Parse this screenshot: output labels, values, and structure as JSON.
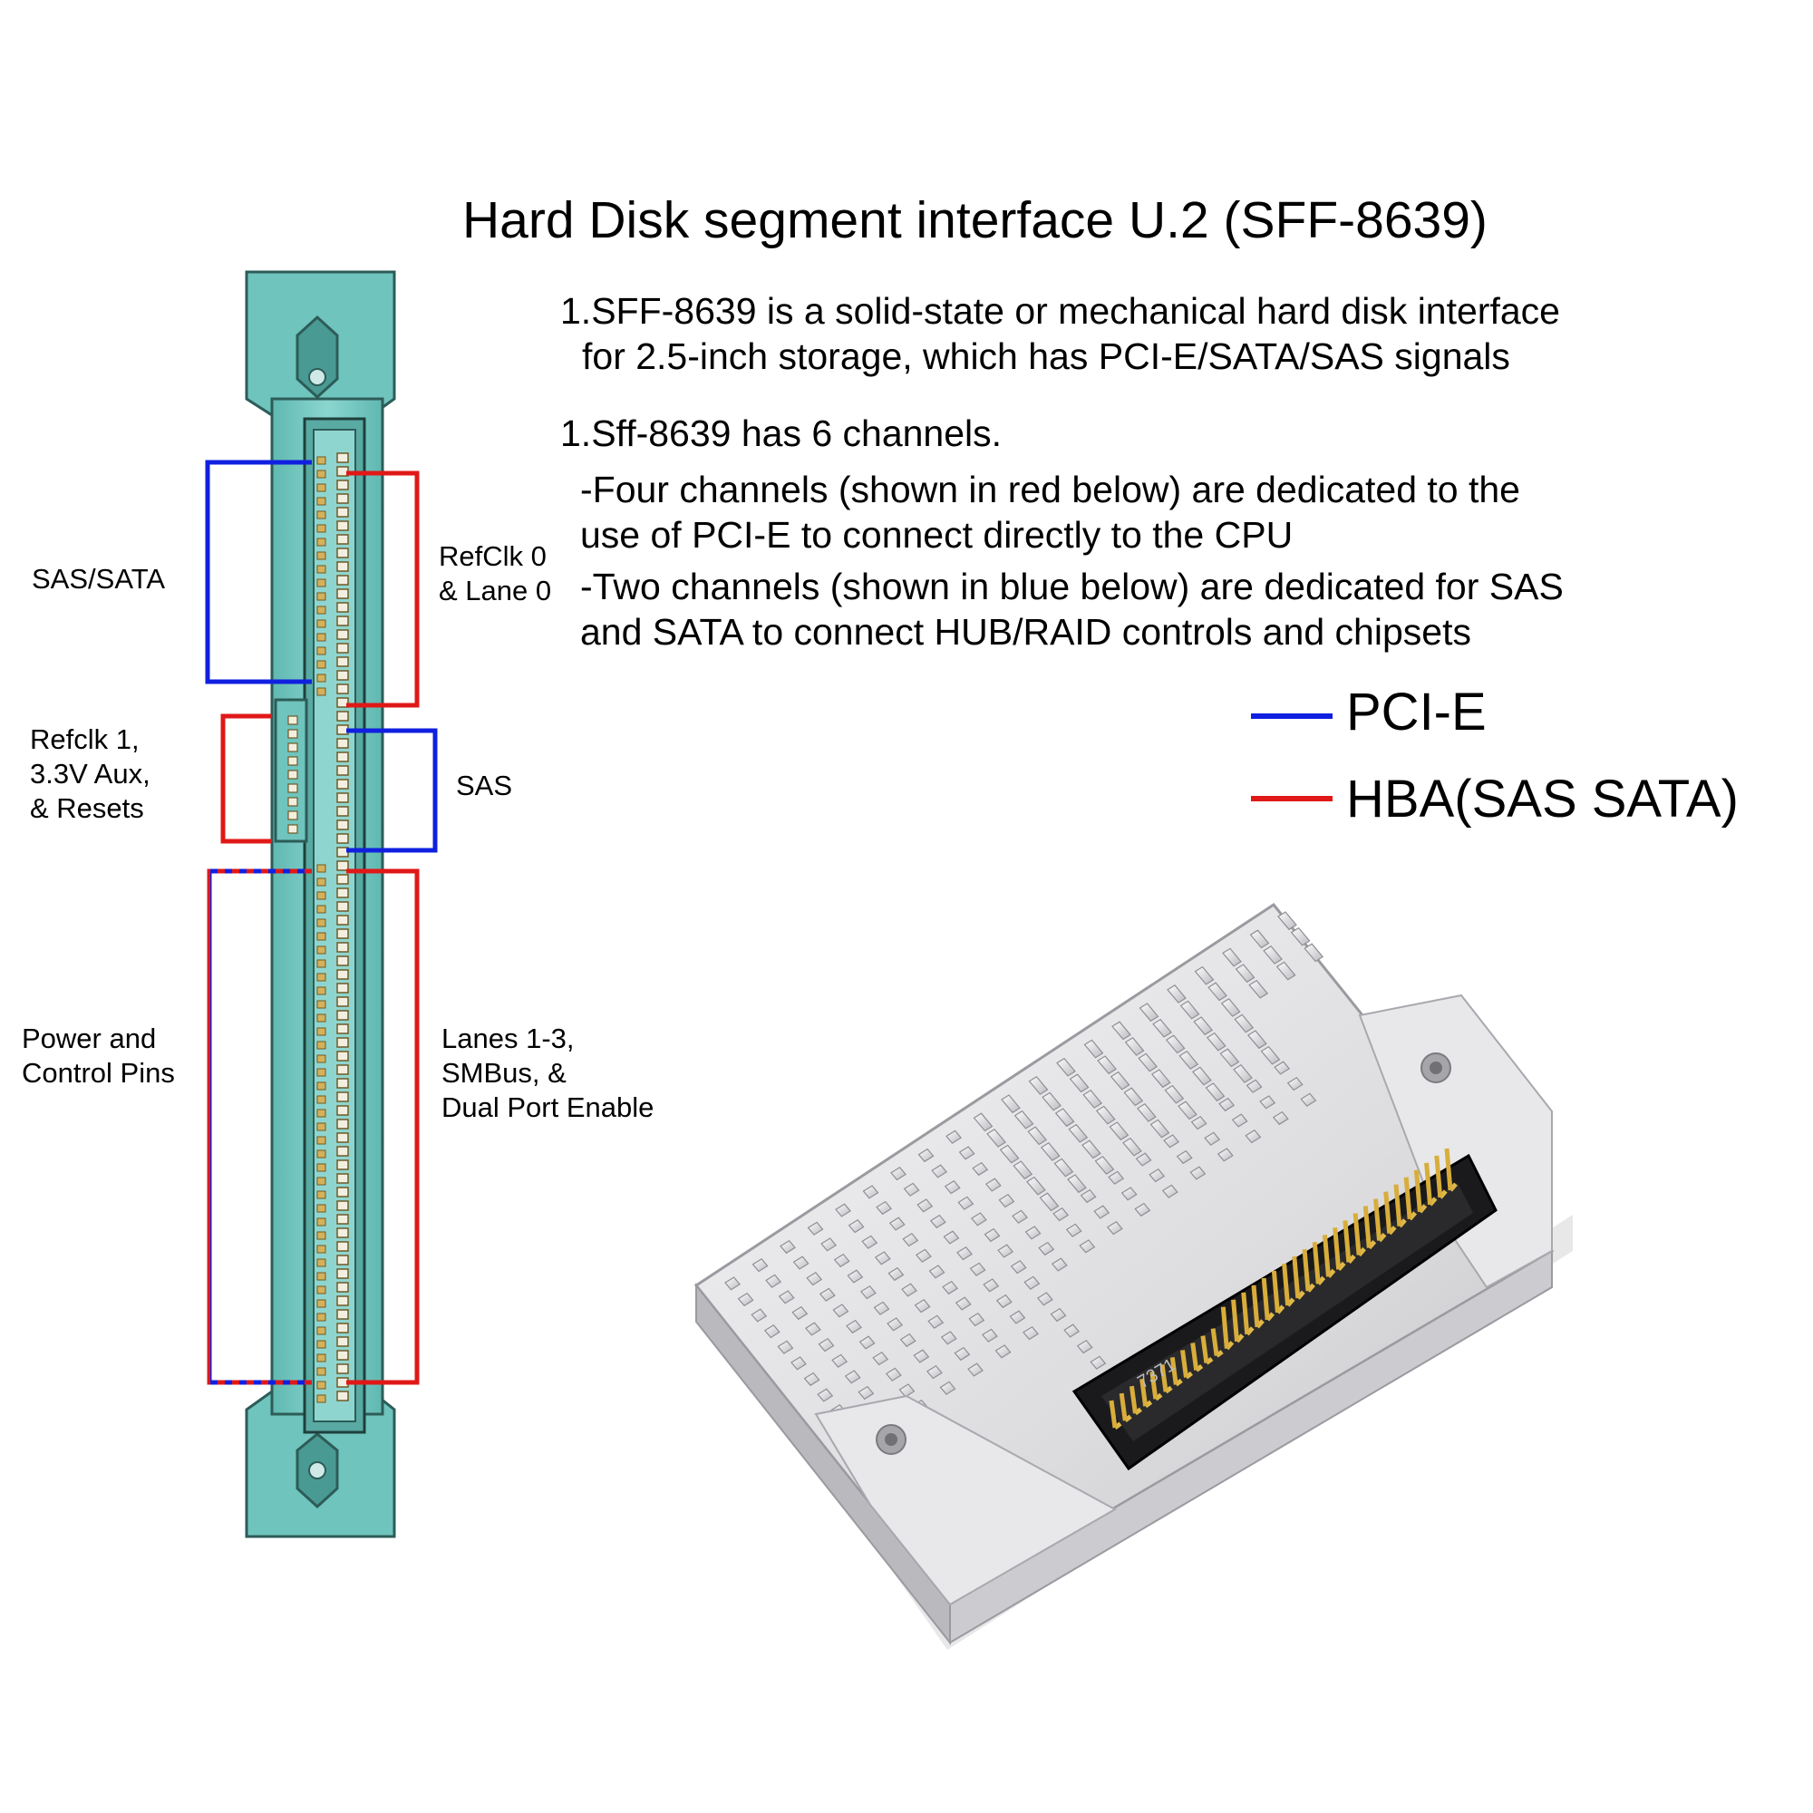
{
  "title": "Hard Disk segment interface U.2 (SFF-8639)",
  "point1": {
    "line1": "1.SFF-8639 is a solid-state or mechanical hard disk interface",
    "line2": "for 2.5-inch storage, which has PCI-E/SATA/SAS signals"
  },
  "point2": {
    "heading": "1.Sff-8639 has 6 channels.",
    "red_line1": "-Four channels (shown in red below) are dedicated to the",
    "red_line2": "use of PCI-E to connect directly to the CPU",
    "blue_line1": "-Two channels (shown in blue below) are dedicated for SAS",
    "blue_line2": "and SATA to connect HUB/RAID controls and chipsets"
  },
  "legend": {
    "blue_label": "PCI-E",
    "red_label": "HBA(SAS SATA)",
    "blue_color": "#1020e0",
    "red_color": "#e01818"
  },
  "labels": {
    "sas_sata": "SAS/SATA",
    "refclk0_l1": "RefClk 0",
    "refclk0_l2": "& Lane 0",
    "refclk1_l1": "Refclk 1,",
    "refclk1_l2": "3.3V Aux,",
    "refclk1_l3": "& Resets",
    "sas": "SAS",
    "power_l1": "Power and",
    "power_l2": "Control Pins",
    "lanes_l1": "Lanes 1-3,",
    "lanes_l2": "SMBus, &",
    "lanes_l3": "Dual Port Enable"
  },
  "drive_marking": "7371",
  "colors": {
    "connector_fill": "#6fc4bd",
    "connector_dark": "#4a9a94",
    "pin_gold": "#d4b15a",
    "housing": "#e2e2e4"
  }
}
